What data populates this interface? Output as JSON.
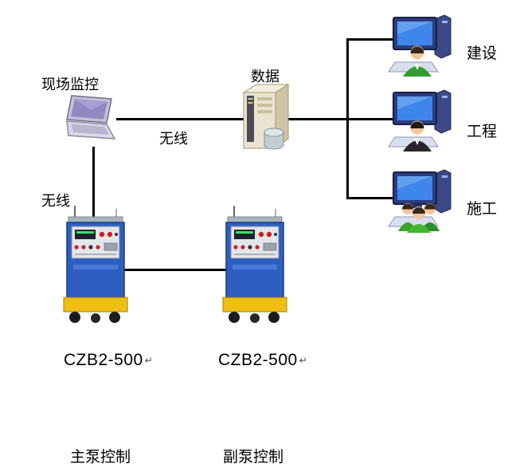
{
  "diagram": {
    "site_monitor": {
      "label": "现场监控"
    },
    "server": {
      "label": "数据"
    },
    "links": {
      "wireless_horizontal": "无线",
      "wireless_vertical": "无线"
    },
    "clients": [
      {
        "label": "建设"
      },
      {
        "label": "工程"
      },
      {
        "label": "施工"
      }
    ],
    "controllers": [
      {
        "model": "CZB2-500",
        "mark": "↵",
        "caption": "主泵控制"
      },
      {
        "model": "CZB2-500",
        "mark": "↵",
        "caption": "副泵控制"
      }
    ],
    "colors": {
      "line": "#000000",
      "machine_blue": "#2e5fc0",
      "machine_yellow": "#eebe14",
      "monitor_blue": "#3f86ea",
      "person_green": "#2f9e2f"
    }
  }
}
